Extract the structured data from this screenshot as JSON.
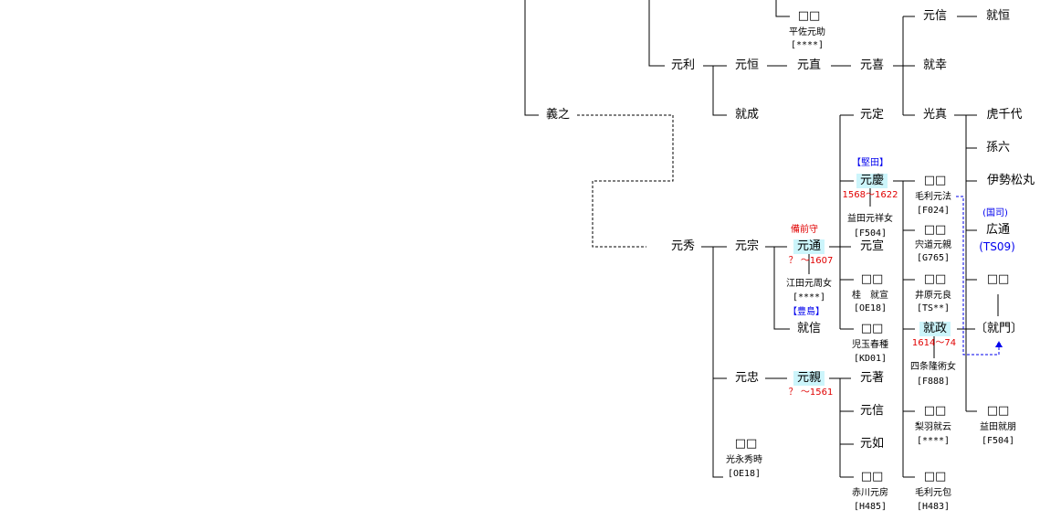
{
  "persons": {
    "taira_suke": {
      "name": "□□",
      "alias": "平佐元助",
      "code": "[****]"
    },
    "mototoshi": {
      "name": "元利"
    },
    "yoshiyuki": {
      "name": "義之"
    },
    "motohide": {
      "name": "元秀"
    },
    "motonobu_top": {
      "name": "元信"
    },
    "naritsune": {
      "name": "就恒"
    },
    "mototsune": {
      "name": "元恒"
    },
    "motonao": {
      "name": "元直"
    },
    "motoyoshi": {
      "name": "元喜"
    },
    "narisachi": {
      "name": "就幸"
    },
    "narishige": {
      "name": "就成"
    },
    "motosada": {
      "name": "元定"
    },
    "mitsuzane": {
      "name": "光真"
    },
    "torachiyo": {
      "name": "虎千代"
    },
    "magoroku": {
      "name": "孫六"
    },
    "isematsumaru": {
      "name": "伊勢松丸"
    },
    "motoyoshi2": {
      "name": "元慶",
      "title": "【堅田】",
      "years": "1568～1622",
      "spouse": "益田元祥女",
      "code": "[F504]"
    },
    "mouri_motonori": {
      "name": "□□",
      "alias": "毛利元法",
      "code": "[F024]"
    },
    "hiromichi": {
      "name": "広通",
      "title": "(国司)",
      "code": "(TS09)"
    },
    "motomune": {
      "name": "元宗"
    },
    "motomichi": {
      "name": "元通",
      "title": "備前守",
      "years": "？ ～1607",
      "spouse": "江田元周女",
      "code": "[****]"
    },
    "motonobu_mid": {
      "name": "元宣"
    },
    "shishido": {
      "name": "□□",
      "alias": "宍道元親",
      "code": "[G765]"
    },
    "katsura": {
      "name": "□□",
      "alias": "桂　就宣",
      "code": "[OE18]"
    },
    "ihara": {
      "name": "□□",
      "alias": "井原元良",
      "code": "[TS**]"
    },
    "unknown_right": {
      "name": "□□"
    },
    "naritada": {
      "name": "就信",
      "title": "【豊島】"
    },
    "kodama": {
      "name": "□□",
      "alias": "児玉春種",
      "code": "[KD01]"
    },
    "narimasa": {
      "name": "就政",
      "years": "1614～74",
      "spouse": "四条隆術女",
      "code": "[F888]"
    },
    "narikado": {
      "name": "〔就門〕"
    },
    "mototada": {
      "name": "元忠"
    },
    "motochika": {
      "name": "元親",
      "years": "？ ～1561"
    },
    "motoaki": {
      "name": "元著"
    },
    "motonobu_low": {
      "name": "元信"
    },
    "motoyuki": {
      "name": "元如"
    },
    "nashiwa": {
      "name": "□□",
      "alias": "梨羽就云",
      "code": "[****]"
    },
    "masuda": {
      "name": "□□",
      "alias": "益田就朋",
      "code": "[F504]"
    },
    "mitsunaga": {
      "name": "□□",
      "alias": "光永秀時",
      "code": "[OE18]"
    },
    "akagawa": {
      "name": "□□",
      "alias": "赤川元房",
      "code": "[H485]"
    },
    "mouri_motokane": {
      "name": "□□",
      "alias": "毛利元包",
      "code": "[H483]"
    }
  },
  "colors": {
    "highlight": "#ccf5fb",
    "years": "#e00000",
    "link": "#0000ee",
    "line": "#000000"
  }
}
